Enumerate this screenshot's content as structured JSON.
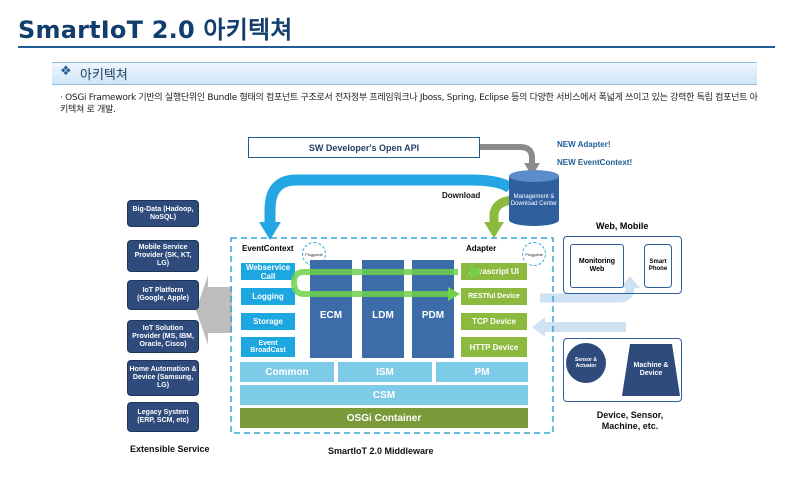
{
  "page": {
    "title": "SmartIoT 2.0 아키텍쳐",
    "section_bullet": "❖",
    "section_title": "아키텍쳐",
    "description": "· OSGi Framework 기반의 실행단위인 Bundle 형태의 컴포넌트 구조로서 전자정부 프레임워크나 Jboss, Spring, Eclipse 등의 다양한 서비스에서 폭넓게 쓰이고 있는 강력한 독립 컴포넌트 아키텍쳐 로 개발."
  },
  "diagram": {
    "open_api": "SW Developer's Open API",
    "new_adapter": "NEW Adapter!",
    "new_eventcontext": "NEW EventContext!",
    "download": "Download",
    "management_center": "Management & Download Center",
    "extensible_services": [
      "Big-Data (Hadoop, NoSQL)",
      "Mobile Service Provider (SK, KT, LG)",
      "IoT Platform (Google, Apple)",
      "IoT Solution Provider (MS, IBM, Oracle, Cisco)",
      "Home Automation & Device (Samsung, LG)",
      "Legacy System (ERP, SCM, etc)"
    ],
    "extensible_caption": "Extensible Service",
    "eventcontext": {
      "title": "EventContext",
      "pluggable": "Pluggable",
      "items": [
        "Webservice Call",
        "Logging",
        "Storage",
        "Event BroadCast"
      ]
    },
    "adapter": {
      "title": "Adapter",
      "pluggable": "Pluggable",
      "items": [
        "Javascript UI",
        "RESTful Device",
        "TCP Device",
        "HTTP Device"
      ]
    },
    "columns": [
      "ECM",
      "LDM",
      "PDM"
    ],
    "layers": {
      "row": [
        "Common",
        "ISM",
        "PM"
      ],
      "csm": "CSM",
      "osgi": "OSGi Container"
    },
    "middleware_caption": "SmartIoT 2.0 Middleware",
    "web_mobile": {
      "title": "Web, Mobile",
      "monitoring": "Monitoring Web",
      "phone": "Smart Phone"
    },
    "devices": {
      "sensor": "Sensor & Actuator",
      "machine": "Machine & Device",
      "caption": "Device, Sensor, Machine, etc."
    }
  },
  "colors": {
    "title": "#123e6e",
    "blue": "#1ca7e0",
    "green": "#8cba3f",
    "navy": "#2f4b7c",
    "column": "#3d6da8",
    "layer": "#7ecbe8",
    "osgi": "#7a9a3a"
  }
}
